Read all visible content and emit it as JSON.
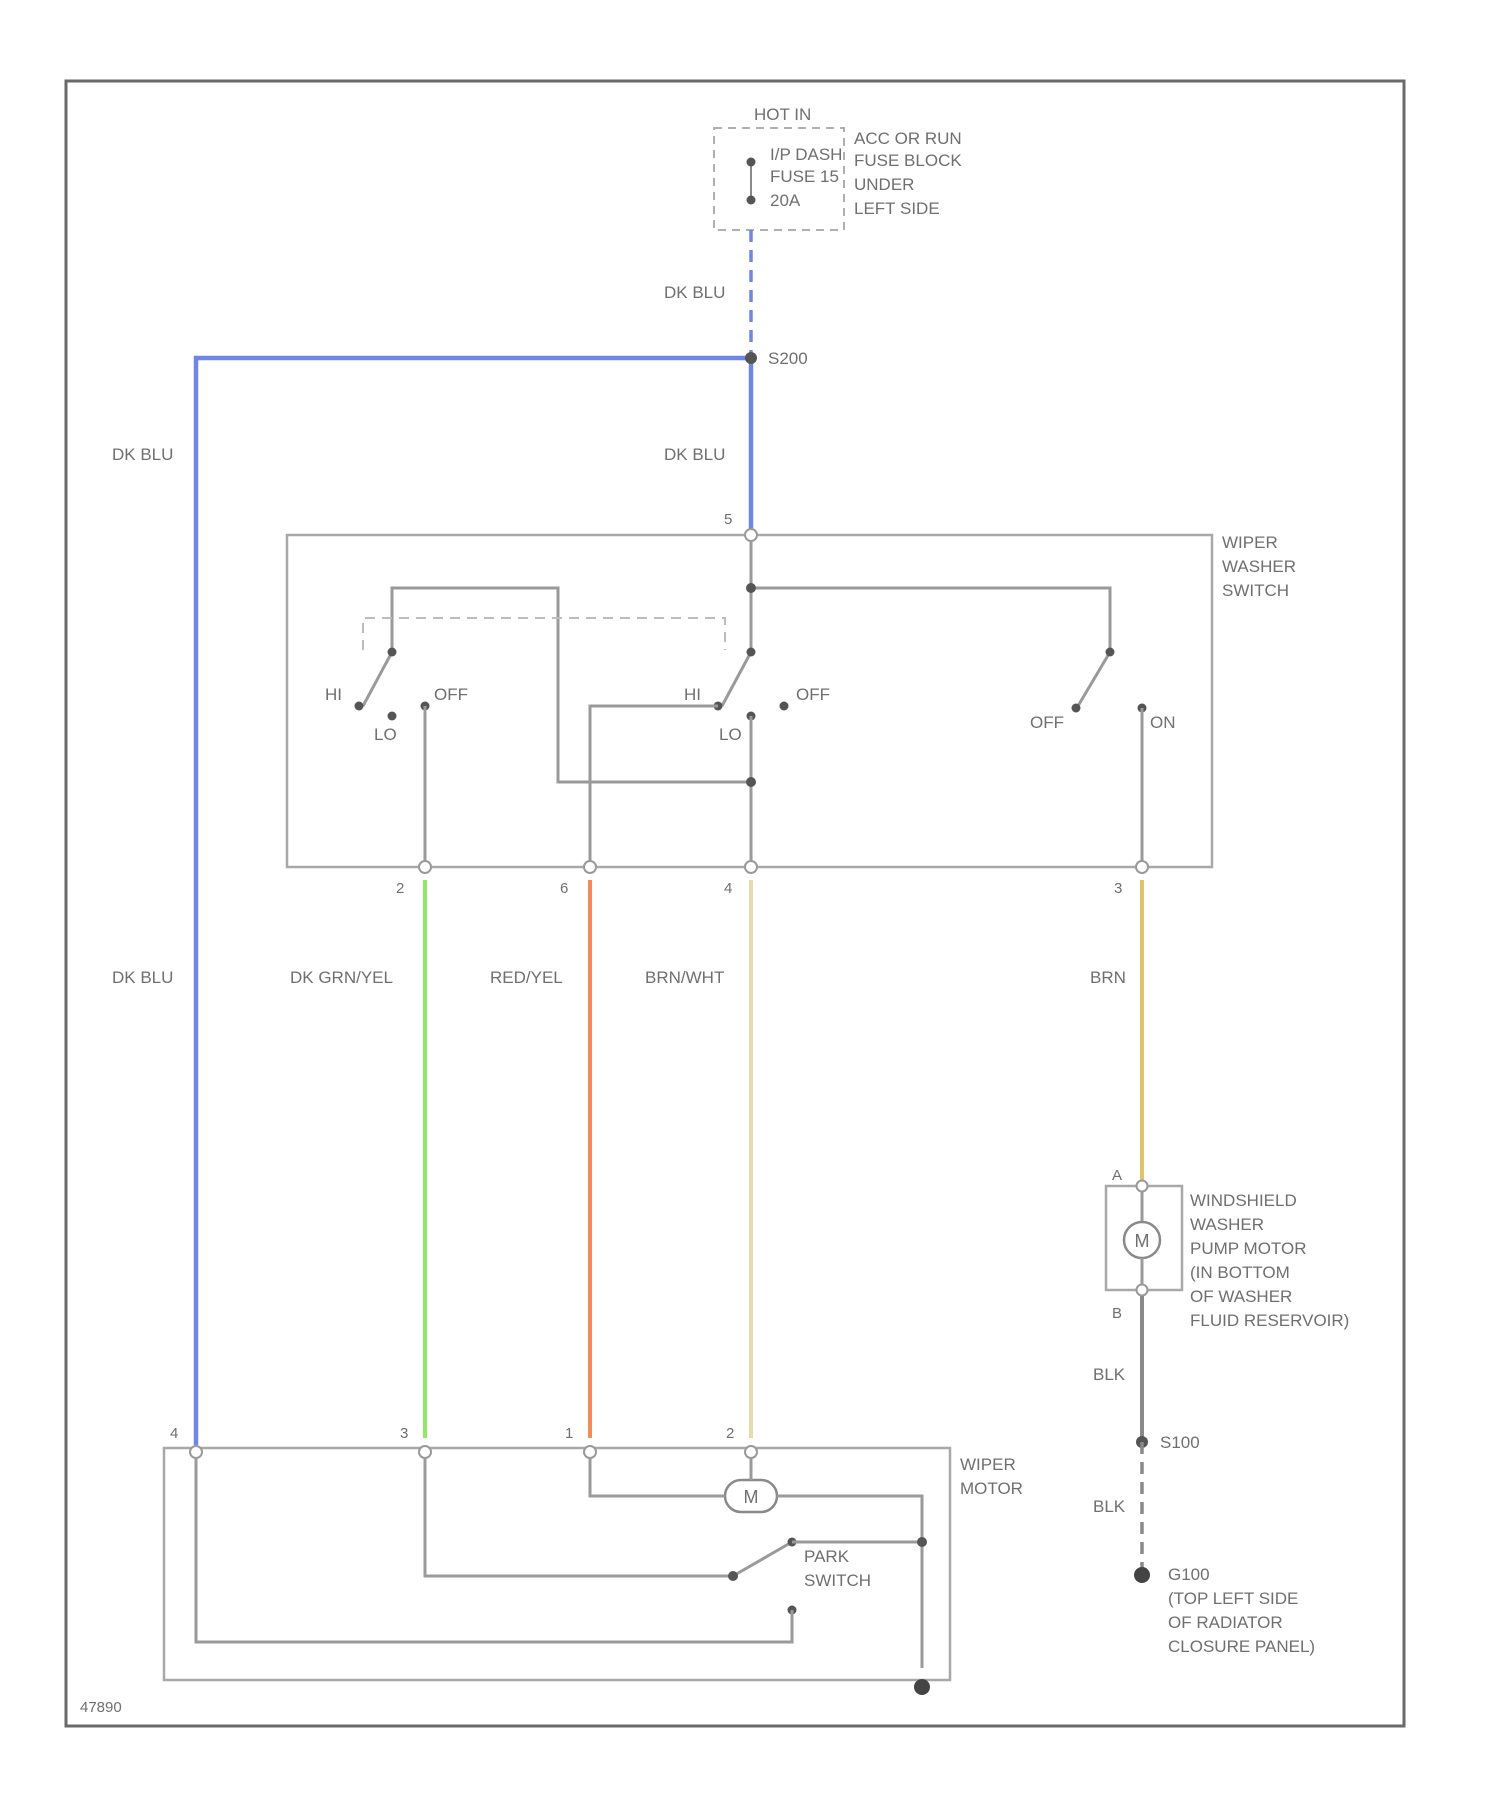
{
  "colors": {
    "frame": "#6a6a6a",
    "DK_BLU": "#6f86e6",
    "DK_GRN_YEL": "#8fe86a",
    "RED_YEL": "#f48c5a",
    "BRN_WHT": "#e6dca8",
    "BRN": "#e0c468",
    "BLK": "#8a8a8a",
    "internal": "#9a9a9a"
  },
  "fuse": {
    "hot": "HOT IN",
    "acc": "ACC OR RUN",
    "fuse_line": "FUSE 15",
    "amps": "20A",
    "i_p": "I/P DASH",
    "location": [
      "FUSE BLOCK",
      "UNDER",
      "LEFT SIDE"
    ]
  },
  "splices": {
    "s200": "S200",
    "s100": "S100",
    "g100": "G100",
    "g100_location": [
      "(TOP LEFT SIDE",
      "OF RADIATOR",
      "CLOSURE PANEL)"
    ]
  },
  "wires": {
    "dk_blu_top": "DK BLU",
    "dk_blu_mid": "DK BLU",
    "dk_blu_left_top": "DK BLU",
    "dk_blu_left": "DK BLU",
    "dk_grn_yel": "DK GRN/YEL",
    "red_yel": "RED/YEL",
    "brn_wht": "BRN/WHT",
    "brn": "BRN",
    "blk_1": "BLK",
    "blk_2": "BLK"
  },
  "switch": {
    "title": [
      "WIPER",
      "WASHER",
      "SWITCH"
    ],
    "top_pin": "5",
    "left_hi": "HI",
    "left_lo": "LO",
    "left_off": "OFF",
    "mid_hi": "HI",
    "mid_lo": "LO",
    "mid_off": "OFF",
    "washer_off": "OFF",
    "washer_on": "ON",
    "pins": [
      "2",
      "6",
      "4",
      "3"
    ]
  },
  "pump": {
    "title": [
      "WINDSHIELD",
      "WASHER",
      "PUMP MOTOR",
      "(IN BOTTOM",
      "OF WASHER",
      "FLUID RESERVOIR)"
    ],
    "pin_a": "A",
    "pin_b": "B",
    "symbol": "M"
  },
  "motor": {
    "title": [
      "WIPER",
      "MOTOR"
    ],
    "pins": [
      "4",
      "3",
      "1",
      "2"
    ],
    "symbol": "M",
    "park": [
      "PARK",
      "SWITCH"
    ]
  },
  "figure_id": "47890"
}
